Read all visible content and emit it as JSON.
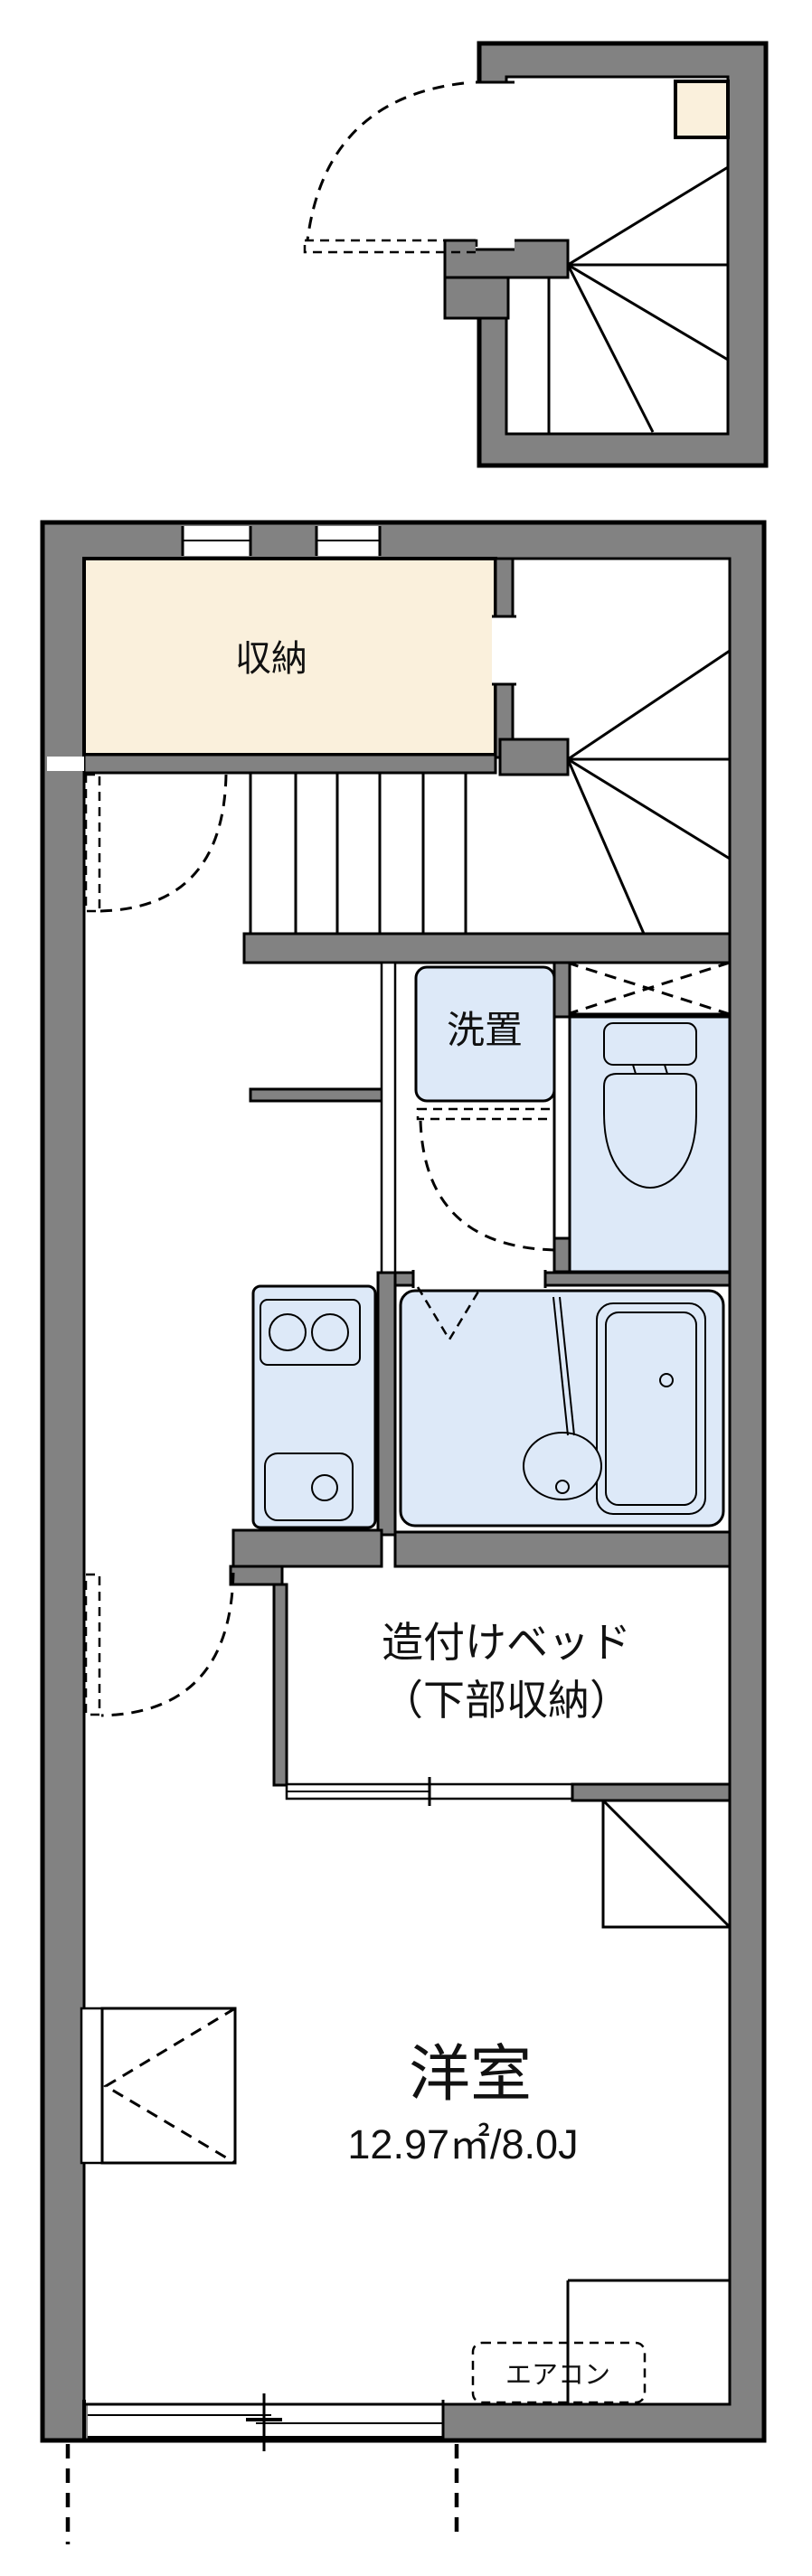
{
  "floor_plan": {
    "labels": {
      "storage": "収納",
      "washer_space": "洗置",
      "bed_line1": "造付けベッド",
      "bed_line2": "（下部収納）",
      "main_room": "洋室",
      "main_room_area": "12.97㎡/8.0J",
      "aircon": "エアコン"
    },
    "colors": {
      "wall_gray": "#828282",
      "outline_black": "#000000",
      "storage_beige": "#faf0dc",
      "fixture_blue": "#dde9f8",
      "background": "#ffffff"
    }
  }
}
